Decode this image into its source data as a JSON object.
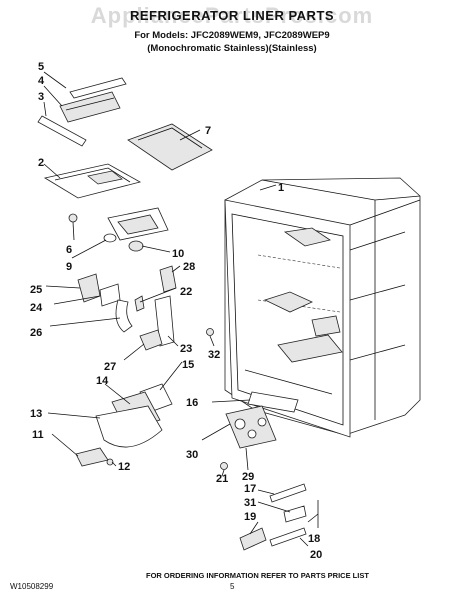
{
  "watermark": "AppliancePartsPros.com",
  "title": "REFRIGERATOR LINER PARTS",
  "subtitle_models": "For Models: JFC2089WEM9, JFC2089WEP9",
  "subtitle_finish": "(Monochromatic Stainless)(Stainless)",
  "footer": {
    "doc_id": "W10508299",
    "page": "5",
    "note": "FOR ORDERING INFORMATION REFER TO PARTS PRICE LIST"
  },
  "callouts": [
    "1",
    "2",
    "3",
    "4",
    "5",
    "6",
    "7",
    "9",
    "10",
    "11",
    "12",
    "13",
    "14",
    "15",
    "16",
    "17",
    "18",
    "19",
    "20",
    "21",
    "22",
    "23",
    "24",
    "25",
    "26",
    "27",
    "28",
    "29",
    "30",
    "31",
    "32"
  ]
}
